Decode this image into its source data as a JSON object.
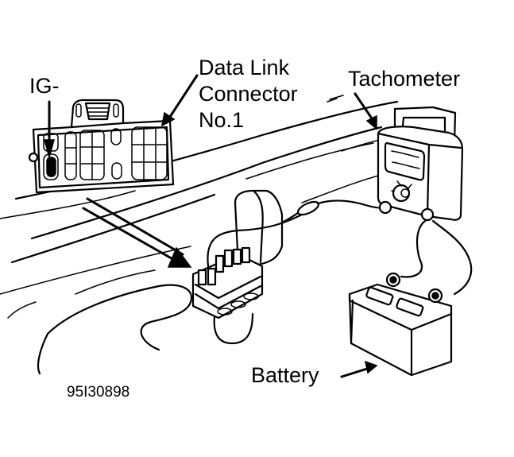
{
  "labels": {
    "ig_minus": "IG-",
    "data_link_line1": "Data Link",
    "data_link_line2": "Connector",
    "data_link_line3": "No.1",
    "tachometer": "Tachometer",
    "battery": "Battery",
    "figure_code": "95I30898"
  },
  "colors": {
    "ink": "#000000",
    "paper": "#ffffff"
  }
}
